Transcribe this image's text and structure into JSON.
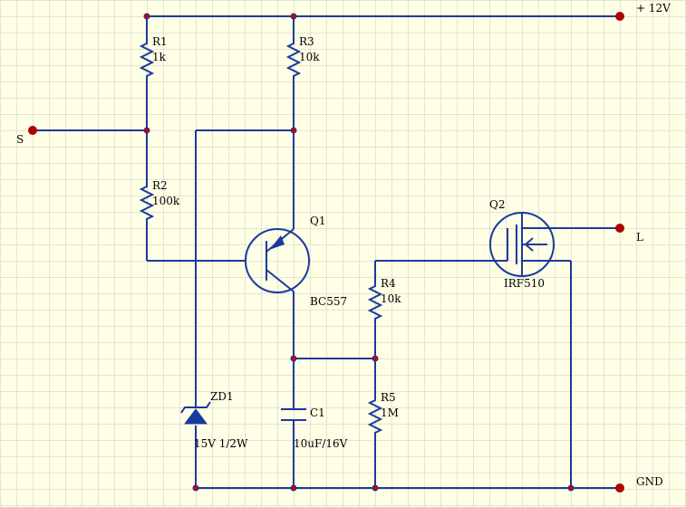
{
  "colors": {
    "background": "#ffffe6",
    "grid": "#c8c8c8",
    "wire": "#1a3aa0",
    "junction": "#cc0000",
    "terminal": "#b00000",
    "text": "#000000"
  },
  "terminals": {
    "supply": "+ 12V",
    "signal": "S",
    "load": "L",
    "ground": "GND"
  },
  "components": {
    "r1": {
      "ref": "R1",
      "value": "1k"
    },
    "r2": {
      "ref": "R2",
      "value": "100k"
    },
    "r3": {
      "ref": "R3",
      "value": "10k"
    },
    "r4": {
      "ref": "R4",
      "value": "10k"
    },
    "r5": {
      "ref": "R5",
      "value": "1M"
    },
    "q1": {
      "ref": "Q1",
      "value": "BC557"
    },
    "q2": {
      "ref": "Q2",
      "value": "IRF510"
    },
    "zd1": {
      "ref": "ZD1",
      "value": "15V 1/2W"
    },
    "c1": {
      "ref": "C1",
      "value": "10uF/16V"
    }
  }
}
